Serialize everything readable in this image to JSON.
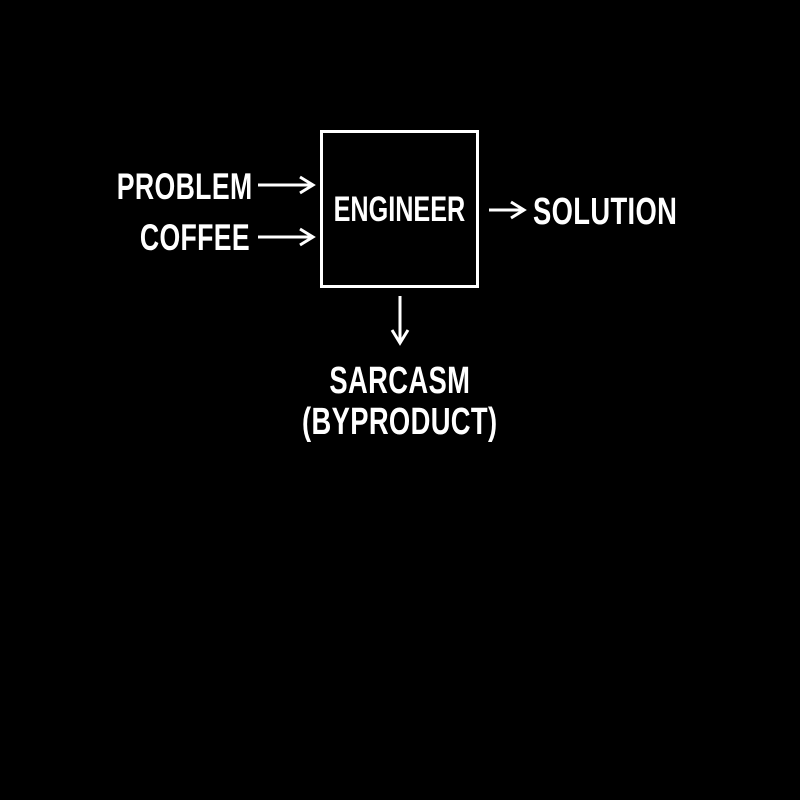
{
  "diagram": {
    "title": "engineer-input-output-meme",
    "colors": {
      "background": "#000000",
      "foreground": "#ffffff"
    },
    "inputs": [
      {
        "label": "PROBLEM"
      },
      {
        "label": "COFFEE"
      }
    ],
    "process": {
      "label": "ENGINEER"
    },
    "output": {
      "label": "SOLUTION"
    },
    "byproduct": {
      "line1": "SARCASM",
      "line2": "(BYPRODUCT)"
    }
  }
}
